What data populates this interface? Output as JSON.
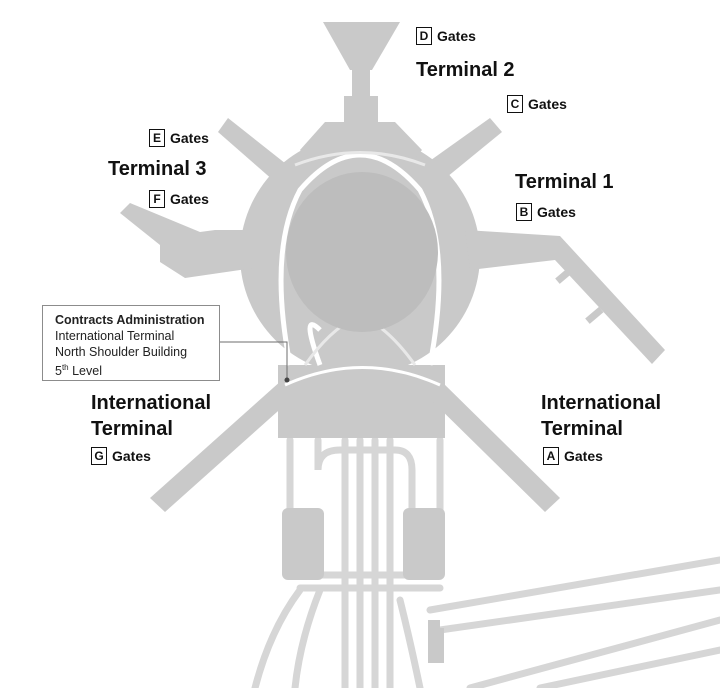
{
  "colors": {
    "building": "#c9c9c9",
    "inner": "#bdbdbd",
    "roads": "#d6d6d6",
    "text": "#111111"
  },
  "terminals": {
    "t1": {
      "name": "Terminal 1"
    },
    "t2": {
      "name": "Terminal 2"
    },
    "t3": {
      "name": "Terminal 3"
    },
    "intl_left": {
      "line1": "International",
      "line2": "Terminal"
    },
    "intl_right": {
      "line1": "International",
      "line2": "Terminal"
    }
  },
  "gates": {
    "a": {
      "letter": "A",
      "label": "Gates"
    },
    "b": {
      "letter": "B",
      "label": "Gates"
    },
    "c": {
      "letter": "C",
      "label": "Gates"
    },
    "d": {
      "letter": "D",
      "label": "Gates"
    },
    "e": {
      "letter": "E",
      "label": "Gates"
    },
    "f": {
      "letter": "F",
      "label": "Gates"
    },
    "g": {
      "letter": "G",
      "label": "Gates"
    }
  },
  "callout": {
    "title": "Contracts Administration",
    "line1": "International Terminal",
    "line2": "North Shoulder Building",
    "level_num": "5",
    "level_sup": "th",
    "level_word": "Level"
  }
}
